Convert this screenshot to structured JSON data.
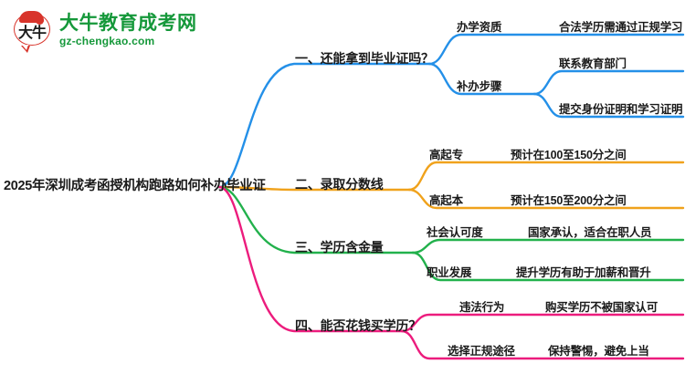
{
  "logo": {
    "mark_text": "大牛",
    "title": "大牛教育成考网",
    "subtitle": "gz-chengkao.com",
    "brand_color": "#15983a",
    "mark_color": "#d8342b"
  },
  "mindmap": {
    "root": {
      "label": "2025年深圳成考函授机构跑路如何补办毕业证"
    },
    "branches": [
      {
        "label": "一、还能拿到毕业证吗？",
        "color": "#2490e8",
        "children": [
          {
            "label": "办学资质",
            "children": [
              {
                "label": "合法学历需通过正规学习"
              }
            ]
          },
          {
            "label": "补办步骤",
            "children": [
              {
                "label": "联系教育部门"
              },
              {
                "label": "提交身份证明和学习证明"
              }
            ]
          }
        ]
      },
      {
        "label": "二、录取分数线",
        "color": "#f0a21c",
        "children": [
          {
            "label": "高起专",
            "children": [
              {
                "label": "预计在100至150分之间"
              }
            ]
          },
          {
            "label": "高起本",
            "children": [
              {
                "label": "预计在150至200分之间"
              }
            ]
          }
        ]
      },
      {
        "label": "三、学历含金量",
        "color": "#22b14c",
        "children": [
          {
            "label": "社会认可度",
            "children": [
              {
                "label": "国家承认，适合在职人员"
              }
            ]
          },
          {
            "label": "职业发展",
            "children": [
              {
                "label": "提升学历有助于加薪和晋升"
              }
            ]
          }
        ]
      },
      {
        "label": "四、能否花钱买学历？",
        "color": "#ec1c7d",
        "children": [
          {
            "label": "违法行为",
            "children": [
              {
                "label": "购买学历不被国家认可"
              }
            ]
          },
          {
            "label": "选择正规途径",
            "children": [
              {
                "label": "保持警惕，避免上当"
              }
            ]
          }
        ]
      }
    ]
  }
}
